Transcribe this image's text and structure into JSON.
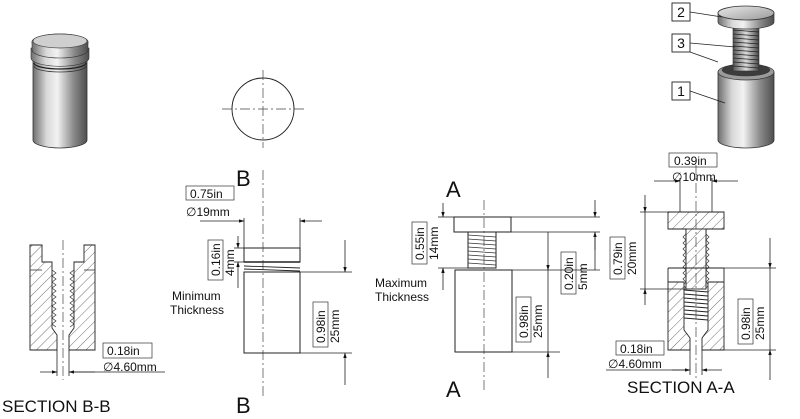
{
  "views": {
    "section_bb": {
      "title": "SECTION B-B",
      "hole_dia_in": "0.18in",
      "hole_dia_mm": "∅4.60mm"
    },
    "front_view": {
      "cut_label_top": "B",
      "cut_label_bottom": "B",
      "cap_dia_in": "0.75in",
      "cap_dia_mm": "∅19mm",
      "cap_height_in": "0.16in",
      "cap_height_mm": "4mm",
      "barrel_height_in": "0.98in",
      "barrel_height_mm": "25mm",
      "min_thickness_line1": "Minimum",
      "min_thickness_line2": "Thickness"
    },
    "exploded_view": {
      "cut_label_top": "A",
      "cut_label_bottom": "A",
      "stud_len_in": "0.55in",
      "stud_len_mm": "14mm",
      "gap_in": "0.20in",
      "gap_mm": "5mm",
      "barrel_height_in": "0.98in",
      "barrel_height_mm": "25mm",
      "max_thickness_line1": "Maximum",
      "max_thickness_line2": "Thickness"
    },
    "section_aa": {
      "title": "SECTION A-A",
      "cap_dia_in": "0.39in",
      "cap_dia_mm": "∅10mm",
      "cap_height_in": "0.79in",
      "cap_height_mm": "20mm",
      "barrel_height_in": "0.98in",
      "barrel_height_mm": "25mm",
      "hole_dia_in": "0.18in",
      "hole_dia_mm": "∅4.60mm"
    },
    "iso_callouts": {
      "items": [
        "2",
        "3",
        "1"
      ]
    }
  }
}
